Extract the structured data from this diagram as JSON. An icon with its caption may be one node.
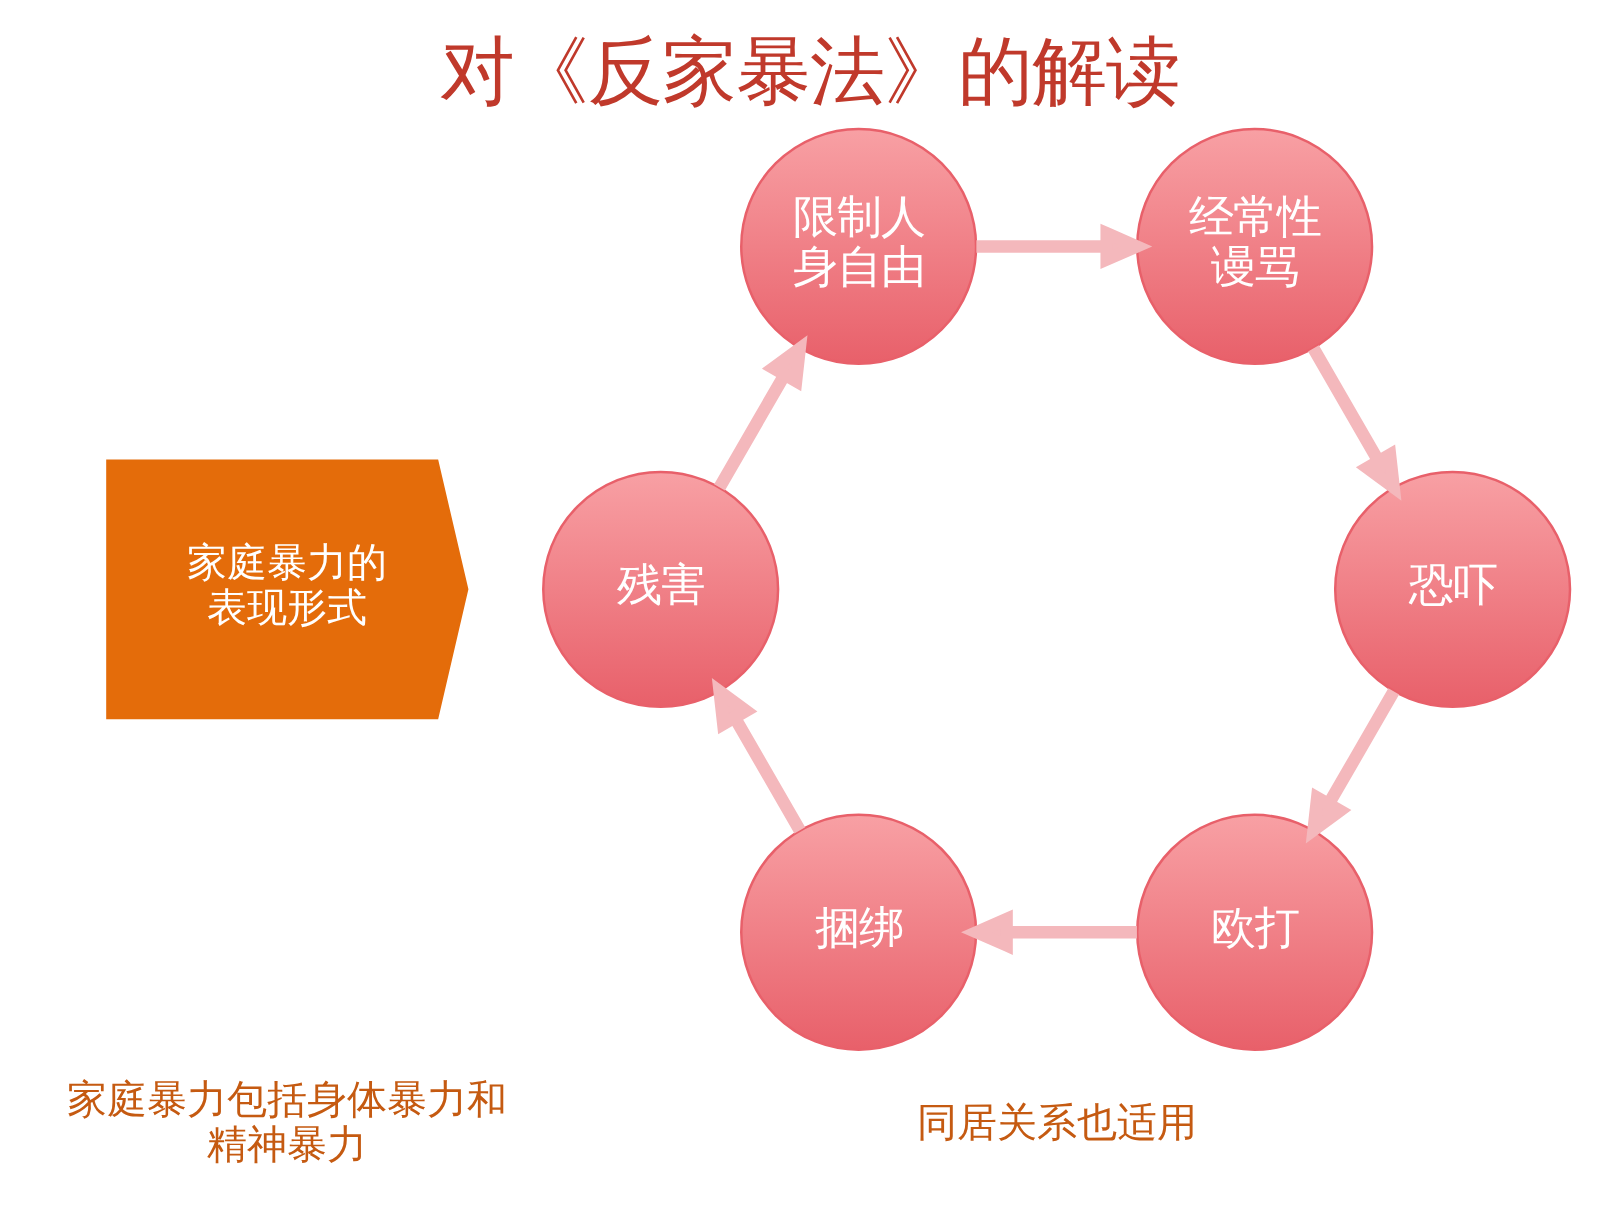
{
  "diagram": {
    "title": "对《反家暴法》的解读",
    "nodes": [
      {
        "text": [
          "家庭暴力的表现形式"
        ]
      },
      {
        "text": [
          "欧打"
        ]
      },
      {
        "text": [
          "捆绑"
        ]
      },
      {
        "text": [
          "残害"
        ]
      },
      {
        "text": [
          "限制人身自由"
        ]
      },
      {
        "text": [
          "经常性谩骂"
        ]
      },
      {
        "text": [
          "恐吓"
        ]
      }
    ],
    "edges": [
      {
        "from": 1,
        "to": 2,
        "arrow": "to"
      },
      {
        "from": 2,
        "to": 3,
        "arrow": "to"
      },
      {
        "from": 3,
        "to": 4,
        "arrow": "to"
      },
      {
        "from": 4,
        "to": 5,
        "arrow": "to"
      },
      {
        "from": 5,
        "to": 6,
        "arrow": "to"
      },
      {
        "from": 6,
        "to": 1,
        "arrow": "to"
      }
    ],
    "labels": [
      "家庭暴力包括身体暴力和精神暴力",
      "同居关系也适用"
    ]
  }
}
